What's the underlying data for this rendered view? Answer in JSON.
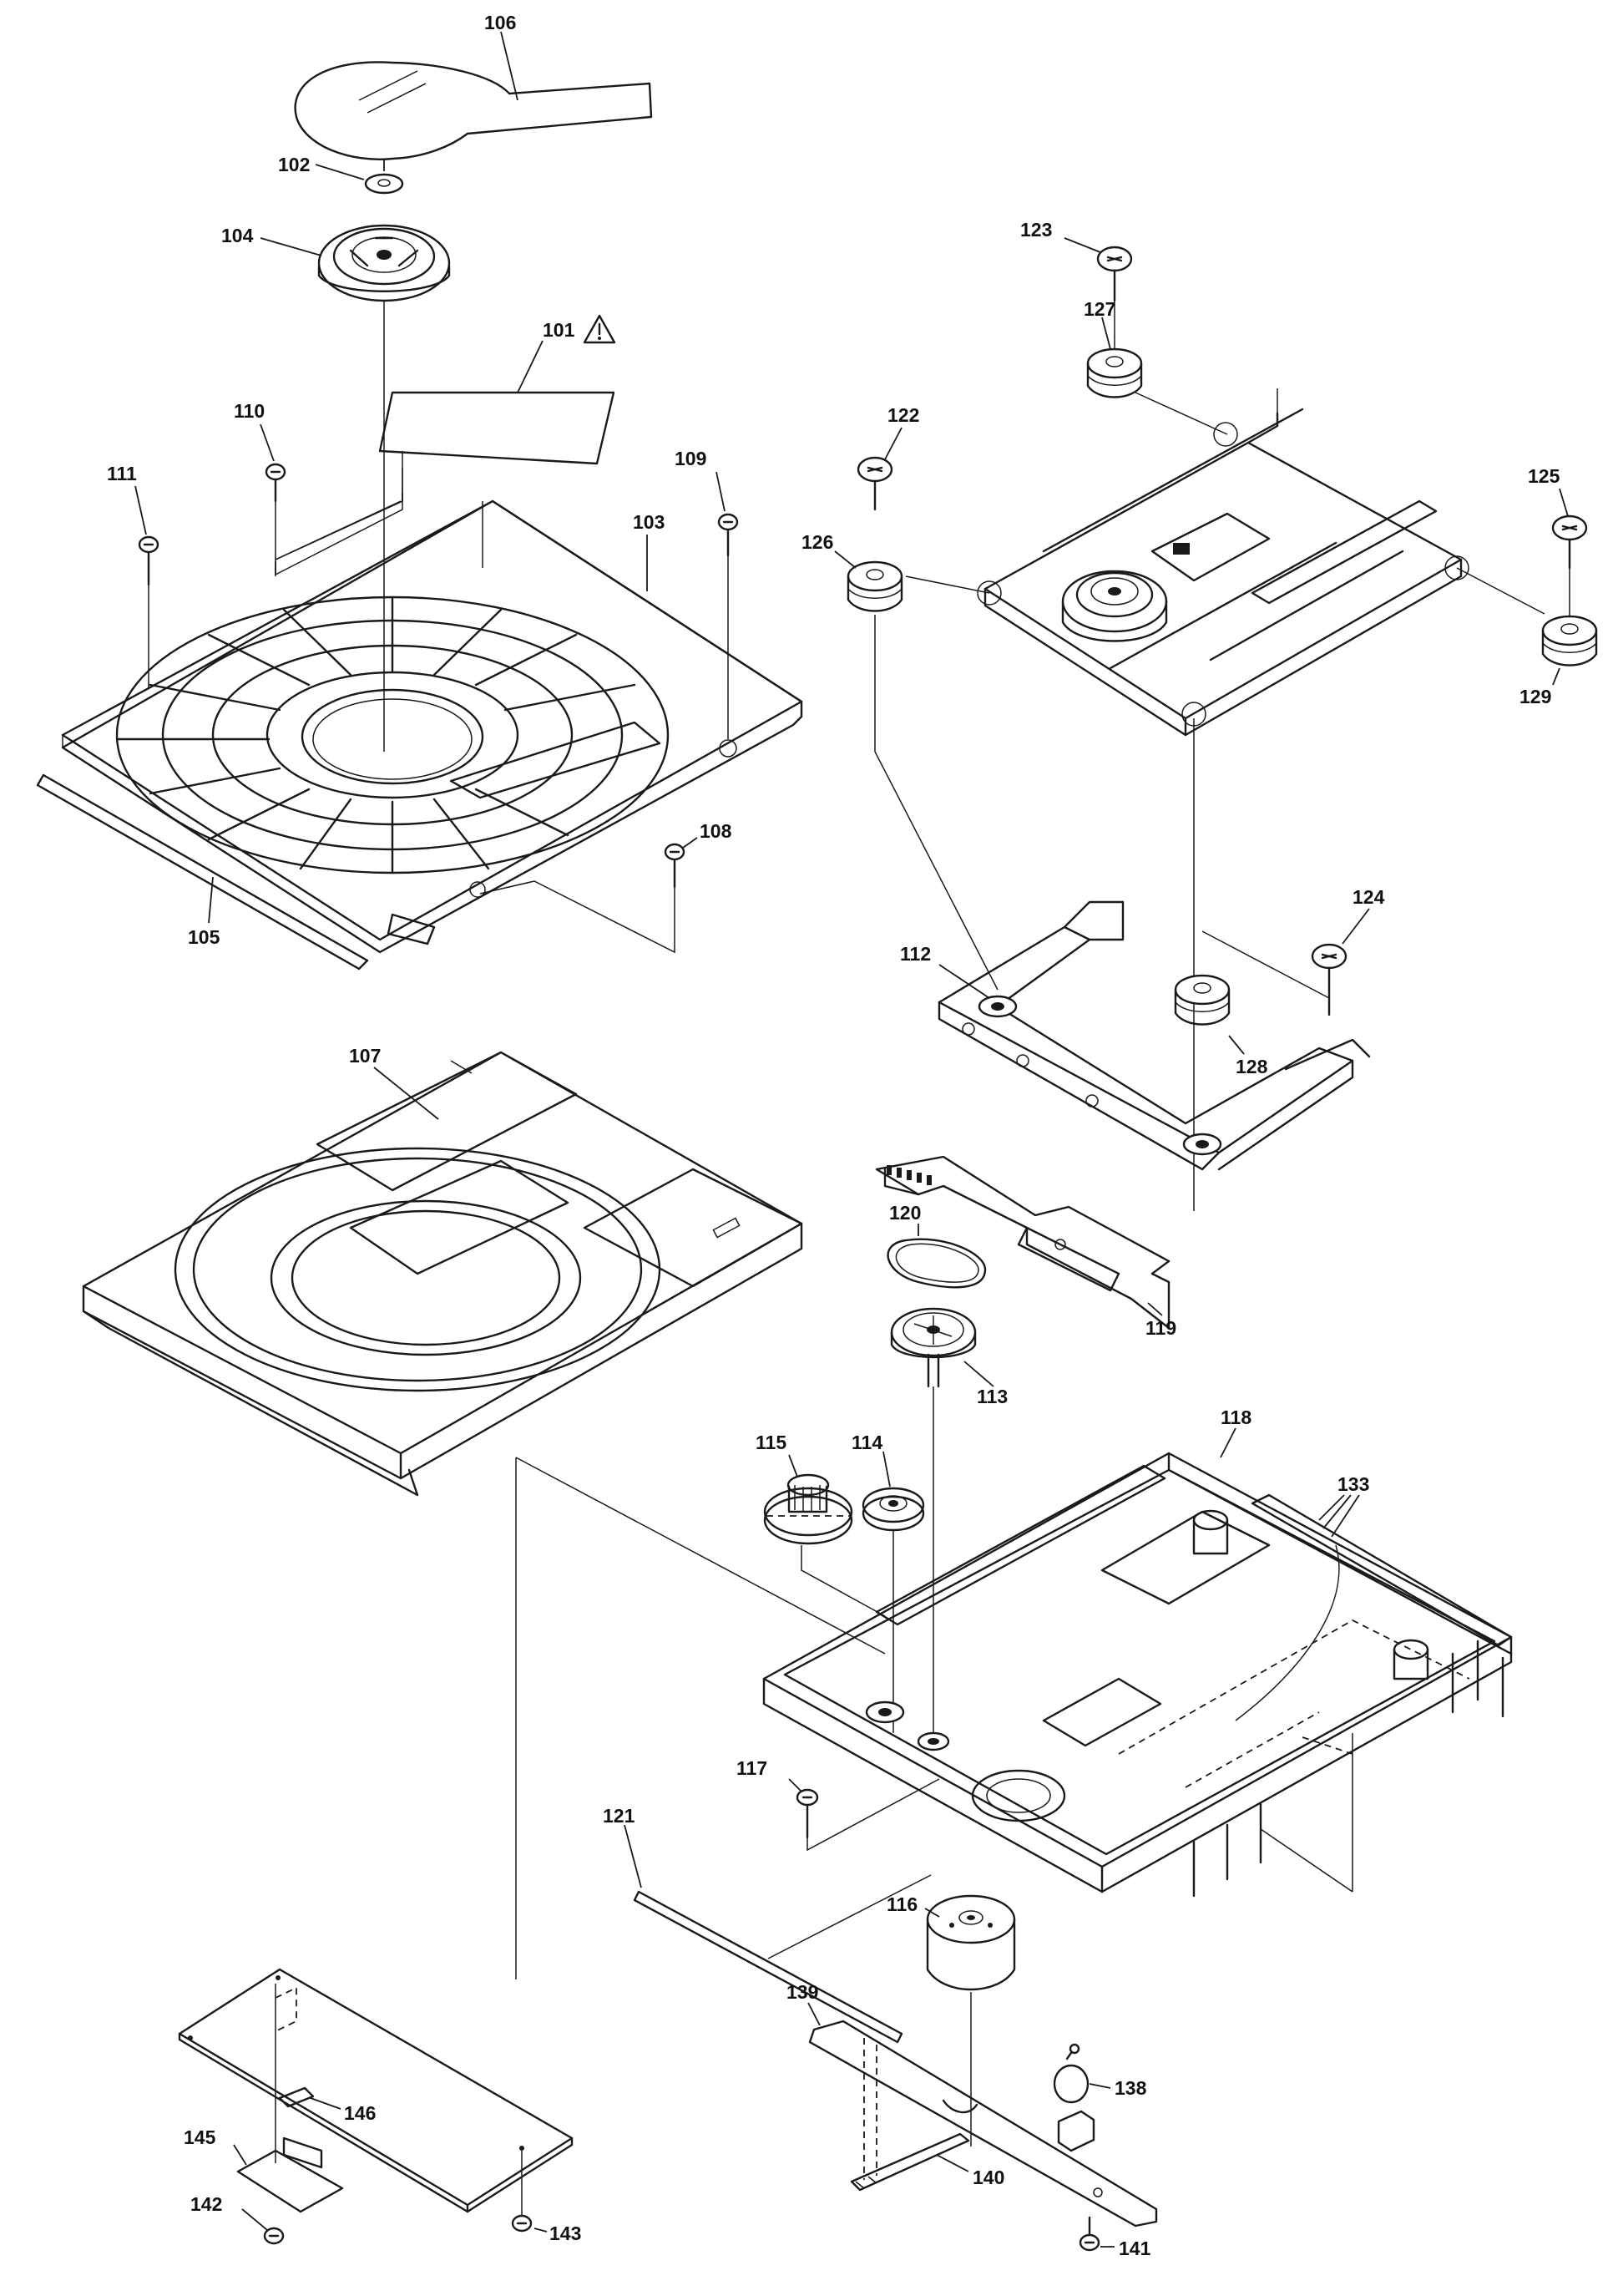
{
  "callouts": {
    "c101": "101",
    "c102": "102",
    "c103": "103",
    "c104": "104",
    "c105": "105",
    "c106": "106",
    "c107": "107",
    "c108": "108",
    "c109": "109",
    "c110": "110",
    "c111": "111",
    "c112": "112",
    "c113": "113",
    "c114": "114",
    "c115": "115",
    "c116": "116",
    "c117": "117",
    "c118": "118",
    "c119": "119",
    "c120": "120",
    "c121": "121",
    "c122": "122",
    "c123": "123",
    "c124": "124",
    "c125": "125",
    "c126": "126",
    "c127": "127",
    "c128": "128",
    "c129": "129",
    "c133": "133",
    "c138": "138",
    "c139": "139",
    "c140": "140",
    "c141": "141",
    "c142": "142",
    "c143": "143",
    "c145": "145",
    "c146": "146"
  },
  "warning_icon": "caution-triangle-icon"
}
